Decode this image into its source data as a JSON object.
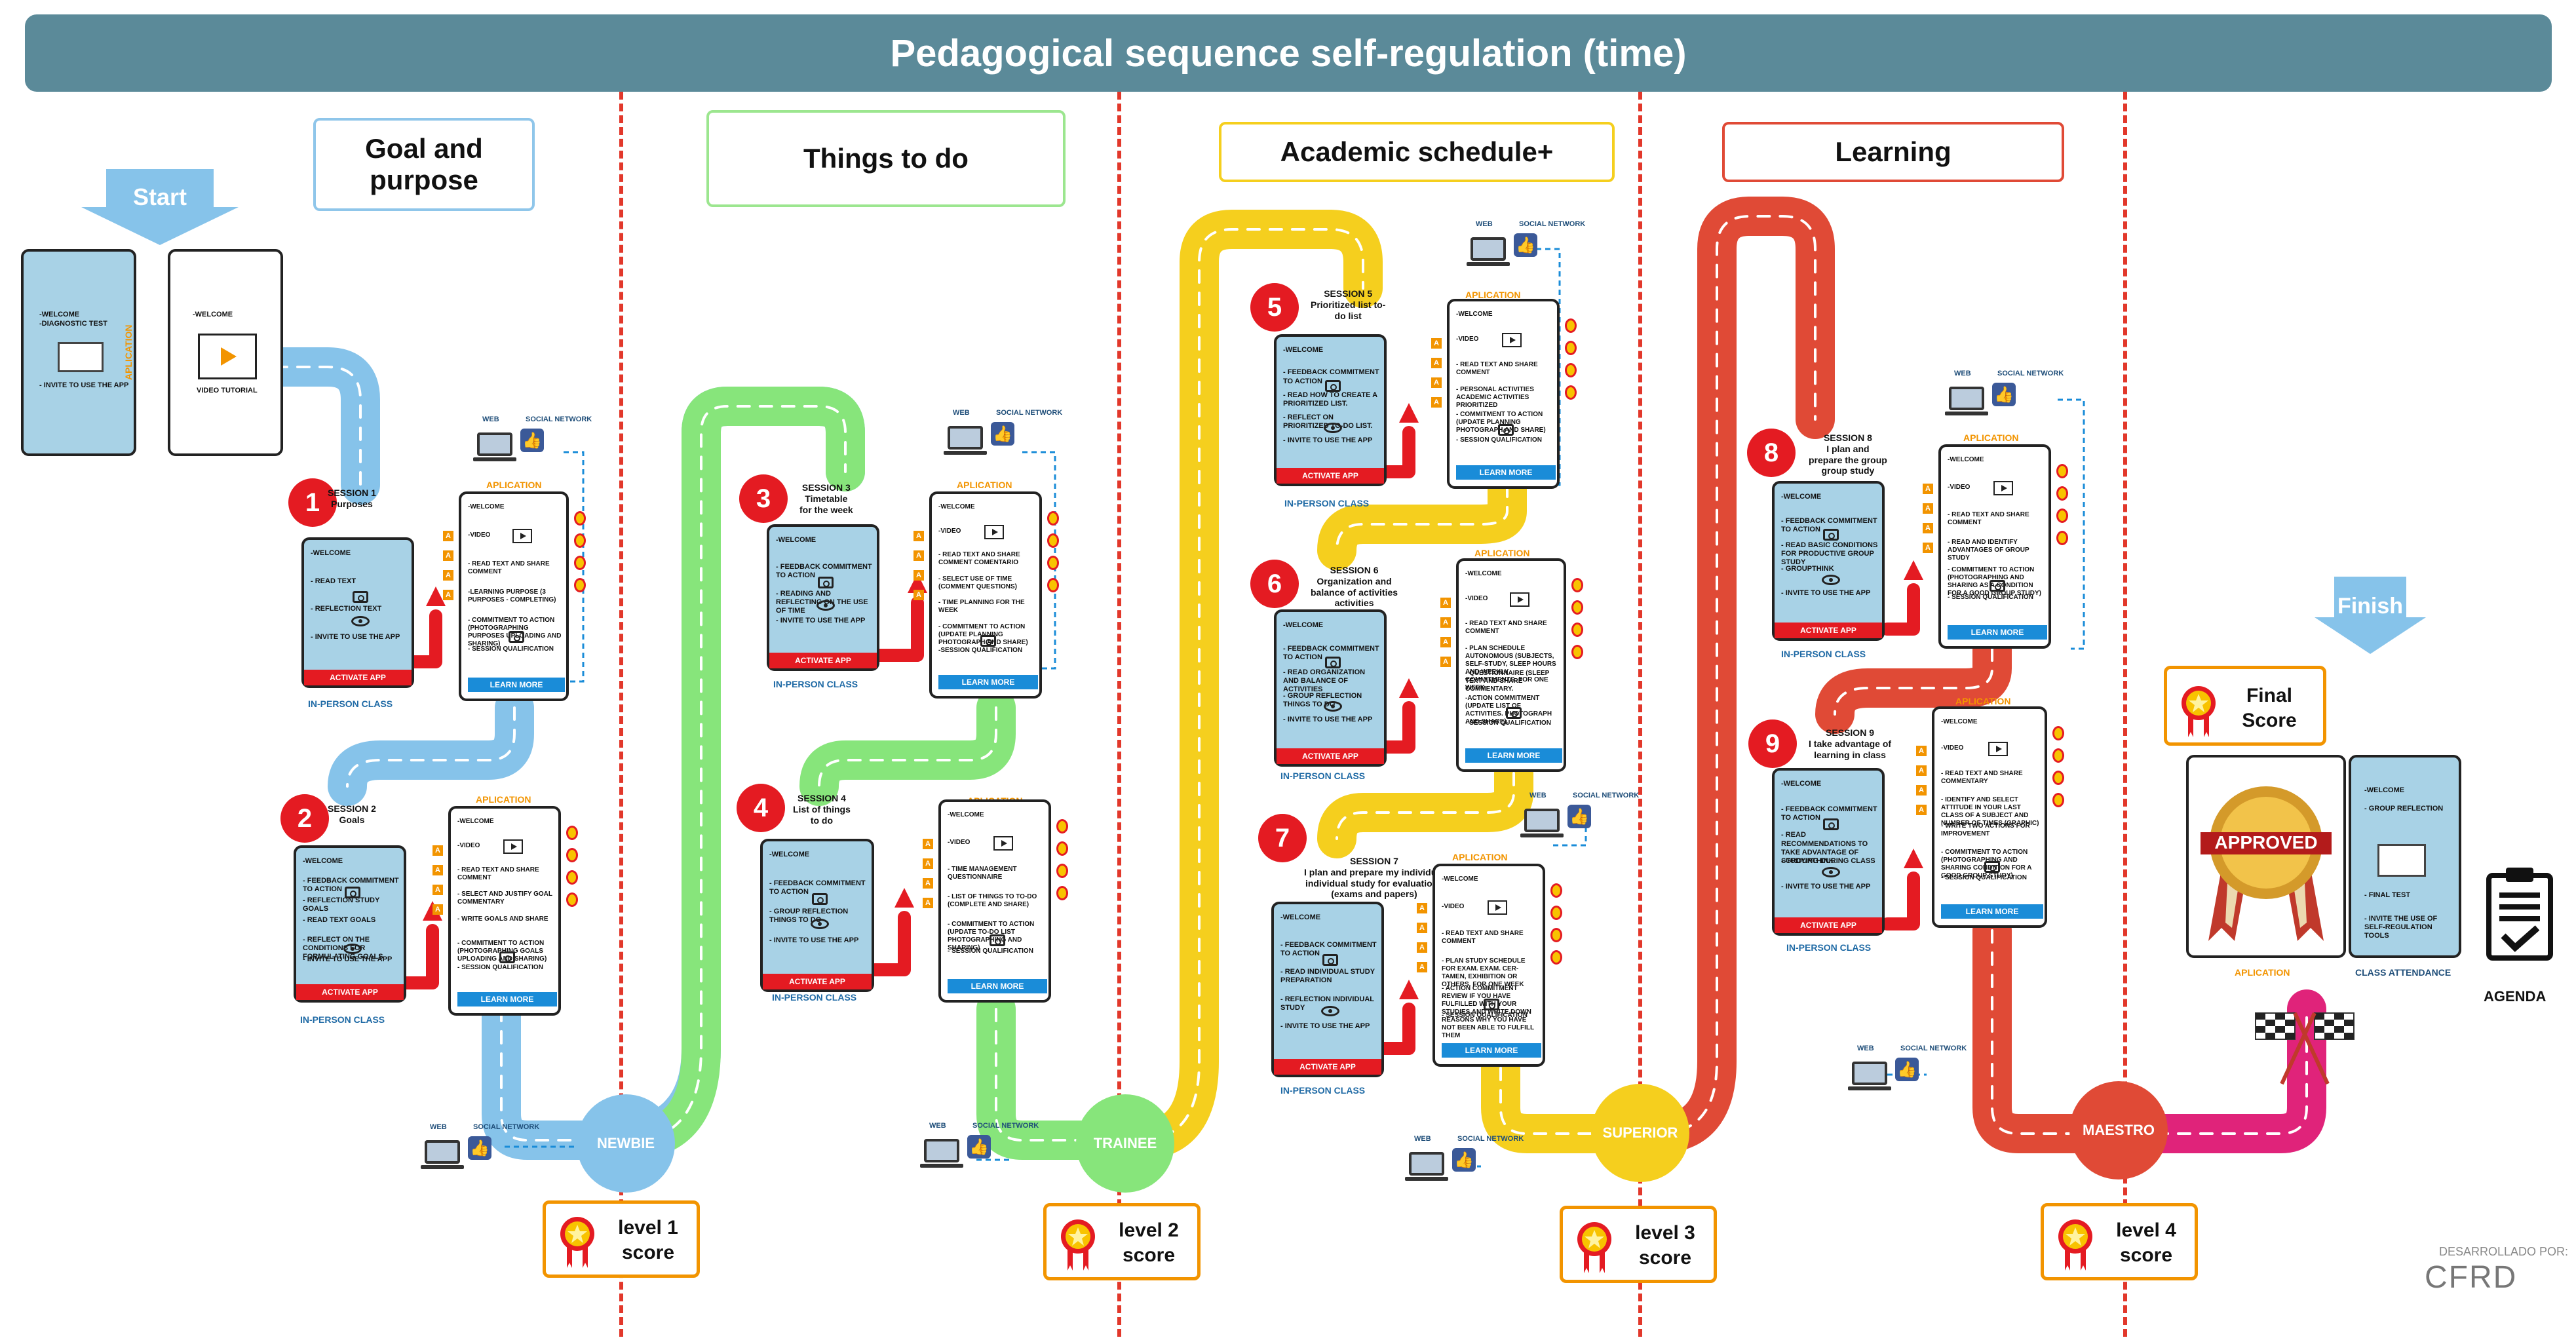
{
  "title": "Pedagogical sequence self-regulation (time)",
  "sections": {
    "goal": "Goal and purpose",
    "things": "Things to do",
    "academic": "Academic schedule+",
    "learning": "Learning"
  },
  "start_label": "Start",
  "finish_label": "Finish",
  "start_phone": {
    "lines": [
      "-WELCOME",
      "-DIAGNOSTIC TEST",
      "- INVITE TO USE THE APP"
    ],
    "aplicacion_vertical": "APLICATION",
    "video_lines": [
      "-WELCOME",
      "VIDEO TUTORIAL"
    ]
  },
  "common": {
    "in_person": "IN-PERSON CLASS",
    "aplicacion": "APLICATION",
    "activate": "ACTIVATE  APP",
    "learn_more": "LEARN MORE",
    "web": "WEB",
    "social": "SOCIAL NETWORK"
  },
  "sessions": [
    {
      "num": "1",
      "title": "SESSION 1\nPurposes",
      "left": [
        "-WELCOME",
        "- READ TEXT",
        "- REFLECTION TEXT",
        "- INVITE TO USE THE APP"
      ],
      "right": [
        "-WELCOME",
        "-VIDEO",
        "- READ TEXT AND SHARE COMMENT",
        "-LEARNING PURPOSE (3 PURPOSES - COMPLETING)",
        "- COMMITMENT TO ACTION (PHOTOGRAPHING PURPOSES UPLOADING AND SHARING)",
        "- SESSION QUALIFICATION"
      ]
    },
    {
      "num": "2",
      "title": "SESSION 2\nGoals",
      "left": [
        "-WELCOME",
        "- FEEDBACK COMMITMENT TO ACTION",
        "- REFLECTION STUDY GOALS",
        "- READ TEXT GOALS",
        "- REFLECT ON THE CONDITIONS FOR FORMULATING GOALS",
        "- INVITE TO USE THE APP"
      ],
      "right": [
        "-WELCOME",
        "-VIDEO",
        "- READ TEXT AND SHARE COMMENT",
        "- SELECT AND JUSTIFY GOAL COMMENTARY",
        "- WRITE GOALS AND SHARE",
        "- COMMITMENT TO ACTION (PHOTOGRAPHING GOALS UPLOADING AND SHARING)",
        "- SESSION QUALIFICATION"
      ]
    },
    {
      "num": "3",
      "title": "SESSION 3\nTimetable\nfor the week",
      "left": [
        "-WELCOME",
        "- FEEDBACK COMMITMENT TO ACTION",
        "- READING AND REFLECTING ON THE USE OF TIME",
        "- INVITE TO USE THE APP"
      ],
      "right": [
        "-WELCOME",
        "-VIDEO",
        "- READ TEXT AND SHARE COMMENT COMENTARIO",
        "- SELECT USE OF TIME (COMMENT QUESTIONS)",
        "- TIME PLANNING FOR THE WEEK",
        "- COMMITMENT TO ACTION (UPDATE PLANNING PHOTOGRAPH AND SHARE)",
        "-SESSION QUALIFICATION"
      ]
    },
    {
      "num": "4",
      "title": "SESSION 4\nList of things\nto do",
      "left": [
        "-WELCOME",
        "- FEEDBACK COMMITMENT TO ACTION",
        "- GROUP REFLECTION THINGS TO DO",
        "- INVITE TO USE THE APP"
      ],
      "right": [
        "-WELCOME",
        "-VIDEO",
        "- TIME MANAGEMENT QUESTIONNAIRE",
        "- LIST OF THINGS TO TO-DO (COMPLETE AND SHARE)",
        "- COMMITMENT TO ACTION (UPDATE TO-DO LIST PHOTOGRAPHING AND SHARING)",
        "- SESSION QUALIFICATION"
      ]
    },
    {
      "num": "5",
      "title": "SESSION 5\nPrioritized list to-\ndo list",
      "left": [
        "-WELCOME",
        "- FEEDBACK COMMITMENT TO ACTION",
        "- READ HOW TO CREATE A PRIORITIZED LIST.",
        "- REFLECT ON PRIORITIZED TO-DO LIST.",
        "- INVITE TO USE THE APP"
      ],
      "right": [
        "-WELCOME",
        "-VIDEO",
        "- READ TEXT AND SHARE COMMENT",
        "- PERSONAL ACTIVITIES ACADEMIC ACTIVITIES PRIORITIZED",
        "- COMMITMENT TO ACTION (UPDATE PLANNING PHOTOGRAPH AND SHARE)",
        "- SESSION QUALIFICATION"
      ]
    },
    {
      "num": "6",
      "title": "SESSION 6\nOrganization and\nbalance of activities\nactivities",
      "left": [
        "-WELCOME",
        "- FEEDBACK COMMITMENT TO ACTION",
        "- READ ORGANIZATION AND BALANCE OF ACTIVITIES",
        "- GROUP REFLECTION THINGS TO DO",
        "- INVITE TO USE THE APP"
      ],
      "right": [
        "-WELCOME",
        "-VIDEO",
        "- READ TEXT AND SHARE COMMENT",
        "- PLAN SCHEDULE AUTONOMOUS (SUBJECTS, SELF-STUDY, SLEEP HOURS AND WEEKLY COMMITMENTS. FOR ONE WEEK",
        "- QUESTIONNAIRE (SLEEP TEXT AND SHARE COMMENTARY.",
        "-ACTION COMMITMENT (UPDATE LIST OF ACTIVITIES. PHOTOGRAPH AND SHARE).",
        "- SESSION QUALIFICATION"
      ]
    },
    {
      "num": "7",
      "title": "SESSION 7\nI plan and prepare my individual\nindividual study for evaluations\n(exams and papers)",
      "left": [
        "-WELCOME",
        "- FEEDBACK COMMITMENT TO ACTION",
        "- READ INDIVIDUAL STUDY PREPARATION",
        "- REFLECTION INDIVIDUAL STUDY",
        "- INVITE TO USE THE APP"
      ],
      "right": [
        "-WELCOME",
        "-VIDEO",
        "- READ TEXT AND SHARE COMMENT",
        "- PLAN STUDY SCHEDULE FOR EXAM. EXAM. CER- TAMEN, EXHIBITION OR OTHERS. FOR ONE WEEK",
        "- ACTION COMMITMENT REVIEW IF YOU HAVE FULFILLED WITH YOUR STUDIES AND WRITE DOWN REASONS WHY YOU HAVE NOT BEEN ABLE TO FULFILL THEM",
        "- SESSION QUALIFICATION"
      ]
    },
    {
      "num": "8",
      "title": "SESSION 8\nI plan and\nprepare the group\ngroup study",
      "left": [
        "-WELCOME",
        "- FEEDBACK COMMITMENT TO ACTION",
        "- READ BASIC CONDITIONS FOR PRODUCTIVE GROUP STUDY",
        "- GROUPTHINK",
        "- INVITE TO USE THE APP"
      ],
      "right": [
        "-WELCOME",
        "-VIDEO",
        "- READ TEXT AND SHARE COMMENT",
        "- READ AND IDENTIFY ADVANTAGES OF GROUP STUDY",
        "- COMMITMENT TO ACTION (PHOTOGRAPHING AND SHARING AS A CONDITION FOR A GOOD GROUP STUDY)",
        "- SESSION QUALIFICATION"
      ]
    },
    {
      "num": "9",
      "title": "SESSION 9\nI take advantage of\nlearning in class",
      "left": [
        "-WELCOME",
        "- FEEDBACK COMMITMENT TO ACTION",
        "- READ RECOMMENDATIONS TO TAKE ADVANTAGE OF STUDYING DURING CLASS",
        "- GROUPTHINK",
        "- INVITE TO USE THE APP"
      ],
      "right": [
        "-WELCOME",
        "-VIDEO",
        "- READ TEXT AND SHARE COMMENTARY",
        "- IDENTIFY AND SELECT ATTITUDE IN YOUR LAST CLASS OF A SUBJECT AND NUMBER OF TIMES (GRAPHIC)",
        "- WRITE TWO ACTIONS FOR IMPROVEMENT",
        "- COMMITMENT TO ACTION (PHOTOGRAPHING AND SHARING CONDITION FOR A GOOD GROUP STUDY)",
        "- SESSION QUALIFICATION"
      ]
    }
  ],
  "levels": [
    {
      "circle": "NEWBIE",
      "score": "level 1\nscore"
    },
    {
      "circle": "TRAINEE",
      "score": "level 2\nscore"
    },
    {
      "circle": "SUPERIOR",
      "score": "level 3\nscore"
    },
    {
      "circle": "MAESTRO",
      "score": "level 4\nscore"
    }
  ],
  "final": {
    "score_label": "Final\nScore",
    "approved": "APPROVED",
    "aplicacion": "APLICATION",
    "class_attendance": "CLASS ATTENDANCE",
    "right_lines": [
      "-WELCOME",
      "- GROUP REFLECTION",
      "- FINAL TEST",
      "- INVITE THE USE OF SELF-REGULATION TOOLS"
    ],
    "agenda": "AGENDA"
  },
  "footer": {
    "developed": "DESARROLLADO POR:",
    "logo": "CFRD"
  },
  "colors": {
    "blue": "#86c3ea",
    "green": "#87e57b",
    "yellow": "#f5cf1e",
    "red": "#e04a36",
    "pink": "#e0237a",
    "title_bg": "#5b8a99"
  }
}
